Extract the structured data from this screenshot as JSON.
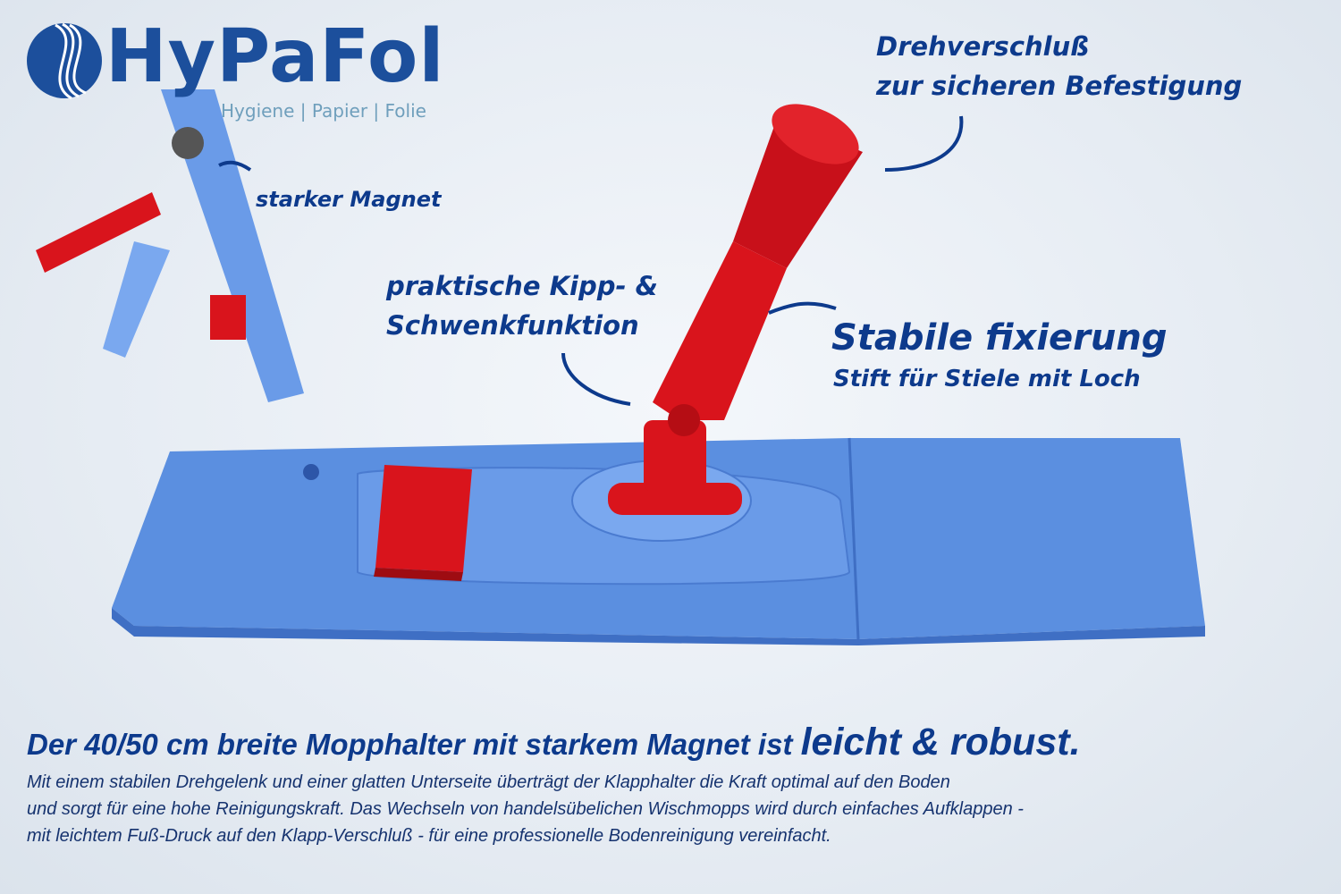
{
  "logo": {
    "name": "HyPaFol",
    "tagline": "Hygiene | Papier | Folie"
  },
  "callouts": {
    "lock_line1": "Drehverschluß",
    "lock_line2": "zur sicheren Befestigung",
    "magnet": "starker Magnet",
    "tilt_line1": "praktische Kipp- &",
    "tilt_line2": "Schwenkfunktion",
    "fix_title": "Stabile fixierung",
    "fix_sub": "Stift für Stiele mit Loch"
  },
  "headline": {
    "main": "Der 40/50 cm breite Mopphalter mit starkem Magnet ist ",
    "emph": "leicht & robust."
  },
  "body": {
    "line1": "Mit einem stabilen Drehgelenk und einer glatten Unterseite überträgt der Klapphalter die Kraft optimal auf den Boden",
    "line2": "und sorgt für eine hohe Reinigungskraft. Das Wechseln von handelsübelichen Wischmopps wird durch einfaches Aufklappen -",
    "line3": "mit leichtem Fuß-Druck auf den Klapp-Verschluß - für eine professionelle Bodenreinigung vereinfacht."
  },
  "colors": {
    "brand": "#1c4f9c",
    "text": "#0d3a8c",
    "mop_blue": "#5b8fe0",
    "handle_red": "#d9141c"
  }
}
